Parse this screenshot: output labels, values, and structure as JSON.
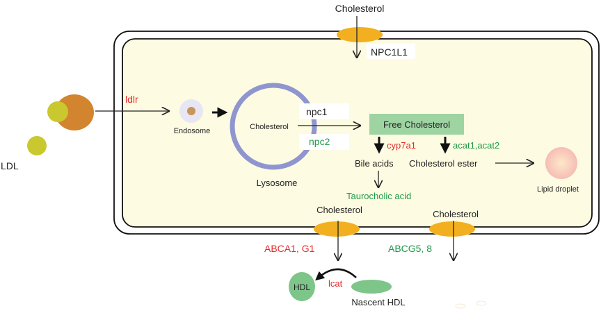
{
  "labels": {
    "cholesterol_top": "Cholesterol",
    "npc1l1": "NPC1L1",
    "ldlr": "ldlr",
    "endosome": "Endosome",
    "ldl": "LDL",
    "lysosome_cholesterol": "Cholesterol",
    "lysosome": "Lysosome",
    "npc1": "npc1",
    "npc2": "npc2",
    "free_cholesterol": "Free Cholesterol",
    "cyp7a1": "cyp7a1",
    "acat": "acat1,acat2",
    "bile_acids": "Bile acids",
    "cholesterol_ester": "Cholesterol ester",
    "lipid_droplet": "Lipid droplet",
    "taurocholic_acid": "Taurocholic acid",
    "cholesterol_bottom_left": "Cholesterol",
    "cholesterol_bottom_right": "Cholesterol",
    "abca1": "ABCA1, G1",
    "abcg5": "ABCG5, 8",
    "lcat": "lcat",
    "hdl": "HDL",
    "nascent_hdl": "Nascent HDL"
  },
  "colors": {
    "cell_fill": "#fdfbe1",
    "transporter": "#f2b020",
    "red_text": "#e8292b",
    "green_text": "#1e9a4a",
    "free_chol_box": "#9ed4a2",
    "lysosome_ring": "#8f96cf",
    "hdl_green": "#7ec58a",
    "ldl_yellow": "#c9c82e",
    "ldl_orange": "#d2842e",
    "endosome_fill": "#e7e6f2",
    "endosome_core": "#c8955a",
    "droplet_outer": "#f8c8c0"
  }
}
